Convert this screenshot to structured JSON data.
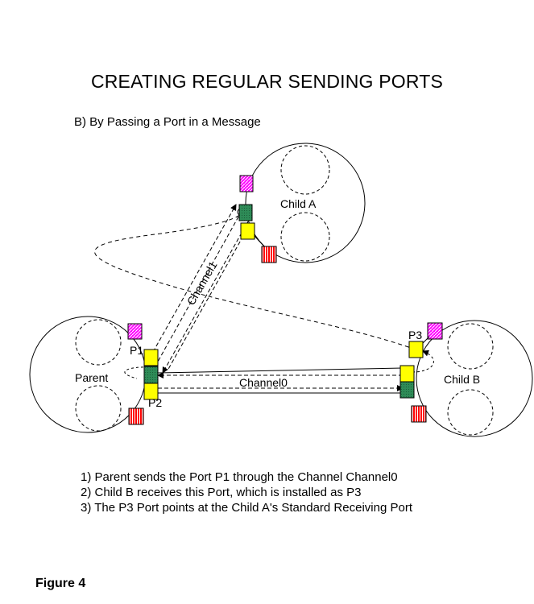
{
  "title": "CREATING REGULAR SENDING PORTS",
  "subtitle": "B) By Passing a Port in a Message",
  "labels": {
    "child_a": "Child A",
    "child_b": "Child B",
    "parent": "Parent",
    "channel0": "Channel0",
    "channel1": "Channel1",
    "p1": "P1",
    "p2": "P2",
    "p3": "P3"
  },
  "steps": [
    "1) Parent sends the Port P1 through the Channel Channel0",
    "2) Child B receives this Port, which is installed as  P3",
    "3) The P3 Port points at the Child A's Standard Receiving Port"
  ],
  "figure_label": "Figure 4",
  "colors": {
    "yellow_port": "#ffff00",
    "green_port": "#2e8b57",
    "magenta_port": "#ff00ff",
    "red_port": "#ff0000"
  }
}
